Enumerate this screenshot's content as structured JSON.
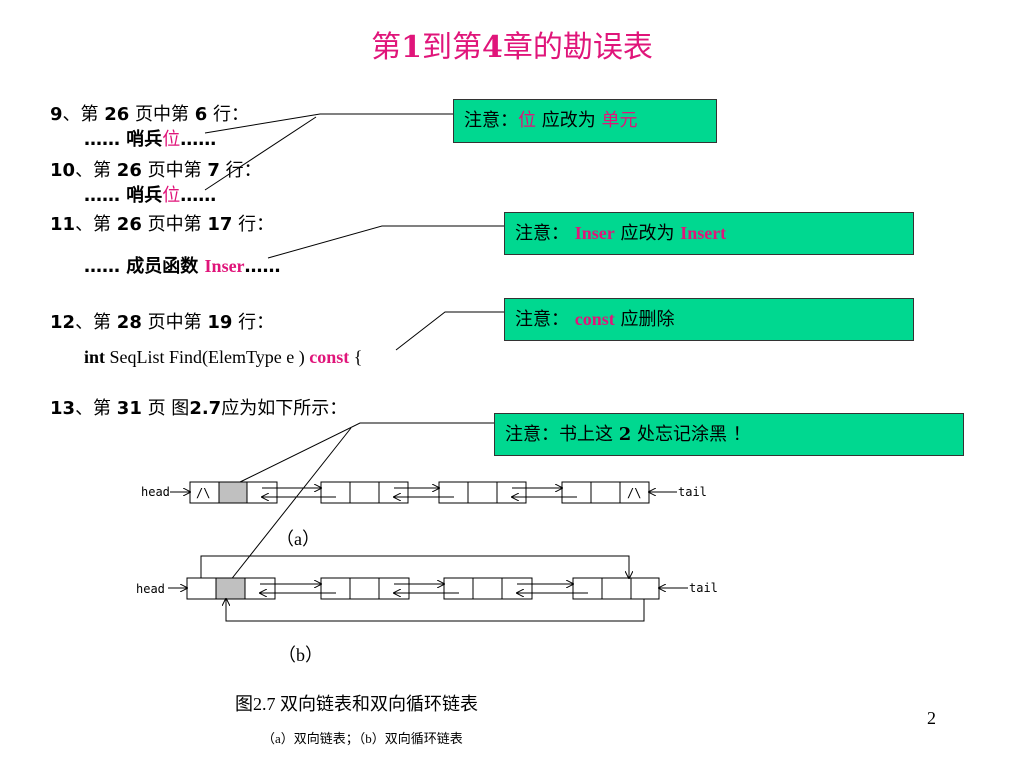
{
  "title": {
    "pre": "第",
    "n1": "1",
    "mid": "到第",
    "n2": "4",
    "post": "章的勘误表"
  },
  "items": {
    "i9": {
      "num": "9",
      "sep": "、第 ",
      "page": "26",
      "mid": " 页中第 ",
      "line": "6",
      "end": " 行："
    },
    "i9_text": {
      "pre": "…… 哨兵",
      "hl": "位",
      "post": "……"
    },
    "i10": {
      "num": "10",
      "sep": "、第 ",
      "page": "26",
      "mid": " 页中第 ",
      "line": "7",
      "end": " 行："
    },
    "i10_text": {
      "pre": "…… 哨兵",
      "hl": "位",
      "post": "……"
    },
    "i11": {
      "num": "11",
      "sep": "、第 ",
      "page": "26",
      "mid": " 页中第 ",
      "line": "17",
      "end": " 行："
    },
    "i11_text": {
      "pre": "…… 成员函数 ",
      "hl": "Inser",
      "post": "……"
    },
    "i12": {
      "num": "12",
      "sep": "、第 ",
      "page": "28",
      "mid": " 页中第 ",
      "line": "19",
      "end": " 行："
    },
    "i12_code": {
      "kw": "int",
      "body": " SeqList Find(ElemType e ) ",
      "hl": "const",
      "post": " {"
    },
    "i13": {
      "num": "13",
      "sep": "、第 ",
      "page": "31",
      "mid": " 页 图",
      "fig": "2.7",
      "end": "应为如下所示："
    }
  },
  "notes": {
    "n1": {
      "pre": "注意：",
      "hl": "位",
      "mid": " 应改为 ",
      "hl2": "单元"
    },
    "n2": {
      "pre": "注意： ",
      "hl": "Inser",
      "mid": " 应改为 ",
      "hl2": "Insert"
    },
    "n3": {
      "pre": "注意： ",
      "hl": "const",
      "mid": " 应删除"
    },
    "n4": {
      "pre": "注意：书上这 ",
      "num": "2",
      "post": " 处忘记涂黑 ！"
    }
  },
  "figure": {
    "head_label": "head",
    "tail_label": "tail",
    "null_symbol": "/\\",
    "caption_a": "（a）",
    "caption_b": "（b）",
    "main_caption": "图2.7  双向链表和双向循环链表",
    "sub_caption": "（a）双向链表；（b）双向循环链表"
  },
  "page_number": "2",
  "colors": {
    "accent": "#e0157a",
    "note_bg": "#00d890",
    "shaded_cell": "#c0c0c0"
  }
}
